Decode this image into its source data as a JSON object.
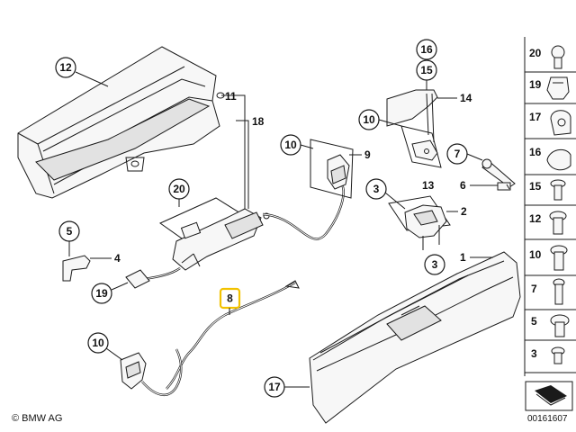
{
  "callouts": {
    "c12": "12",
    "c11": "11",
    "c18": "18",
    "c10a": "10",
    "c9": "9",
    "c16": "16",
    "c15": "15",
    "c14": "14",
    "c10b": "10",
    "c7": "7",
    "c13": "13",
    "c6": "6",
    "c3a": "3",
    "c2": "2",
    "c3b": "3",
    "c1": "1",
    "c20": "20",
    "c5": "5",
    "c4": "4",
    "c19": "19",
    "c8": "8",
    "c10c": "10",
    "c17": "17"
  },
  "sidebar_items": [
    {
      "label": "20",
      "icon": "torx-screw-icon"
    },
    {
      "label": "19",
      "icon": "clip-nut-icon"
    },
    {
      "label": "17",
      "icon": "grommet-icon"
    },
    {
      "label": "16",
      "icon": "cap-icon"
    },
    {
      "label": "15",
      "icon": "flange-screw-icon"
    },
    {
      "label": "12",
      "icon": "hex-bolt-icon"
    },
    {
      "label": "10",
      "icon": "hex-bolt-icon"
    },
    {
      "label": "7",
      "icon": "ball-stud-icon"
    },
    {
      "label": "5",
      "icon": "hex-bolt-icon"
    },
    {
      "label": "3",
      "icon": "small-screw-icon"
    }
  ],
  "footer": {
    "copyright": "© BMW AG",
    "doc_number": "00161607"
  },
  "colors": {
    "line": "#1a1a1a",
    "highlight": "#f2c200",
    "part_fill": "#f7f7f7"
  }
}
